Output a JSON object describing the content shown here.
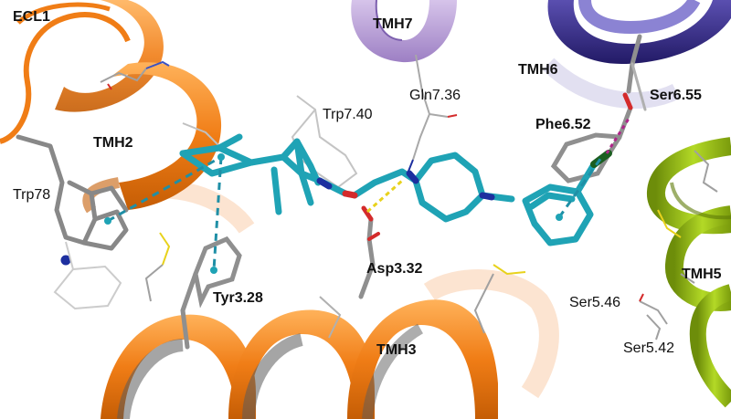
{
  "labels": {
    "ecl1": "ECL1",
    "tmh7": "TMH7",
    "tmh6": "TMH6",
    "ser655": "Ser6.55",
    "tmh2": "TMH2",
    "trp740": "Trp7.40",
    "gln736": "Gln7.36",
    "phe652": "Phe6.52",
    "trp78": "Trp78",
    "asp332": "Asp3.32",
    "tyr328": "Tyr3.28",
    "tmh5": "TMH5",
    "ser546": "Ser5.46",
    "tmh3": "TMH3",
    "ser542": "Ser5.42"
  },
  "colors": {
    "ligand": "#1fa3b5",
    "helix_orange": "#f07d16",
    "helix_purple": "#b59bd3",
    "helix_indigo": "#3b2f8f",
    "helix_green": "#93bd12",
    "residue_gray": "#8c8c8c",
    "hbond_yellow": "#e8d21c",
    "hbond_magenta": "#b0248a",
    "halogen": "#1b5e20",
    "nitrogen": "#1d2f9f",
    "oxygen": "#d42b2b"
  }
}
